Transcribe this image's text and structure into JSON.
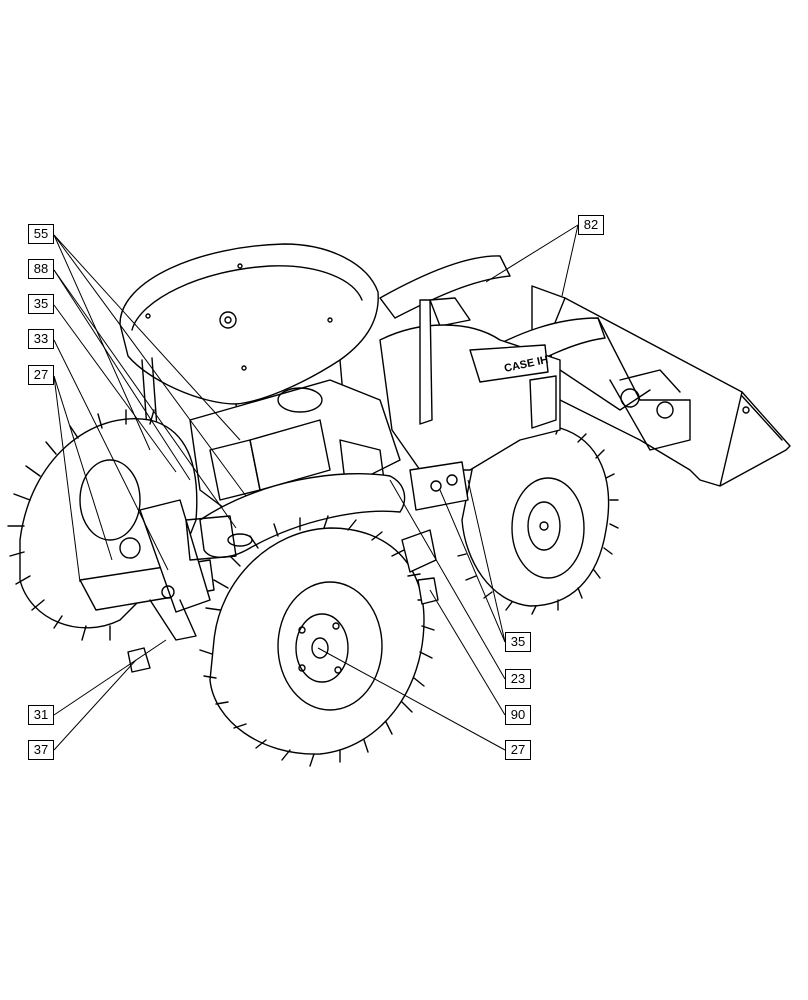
{
  "callouts": {
    "c55": "55",
    "c88": "88",
    "c35_left": "35",
    "c33": "33",
    "c27_left": "27",
    "c31": "31",
    "c37": "37",
    "c82": "82",
    "c35_right": "35",
    "c23": "23",
    "c90": "90",
    "c27_right": "27"
  },
  "brand_decal": "CASE IH"
}
